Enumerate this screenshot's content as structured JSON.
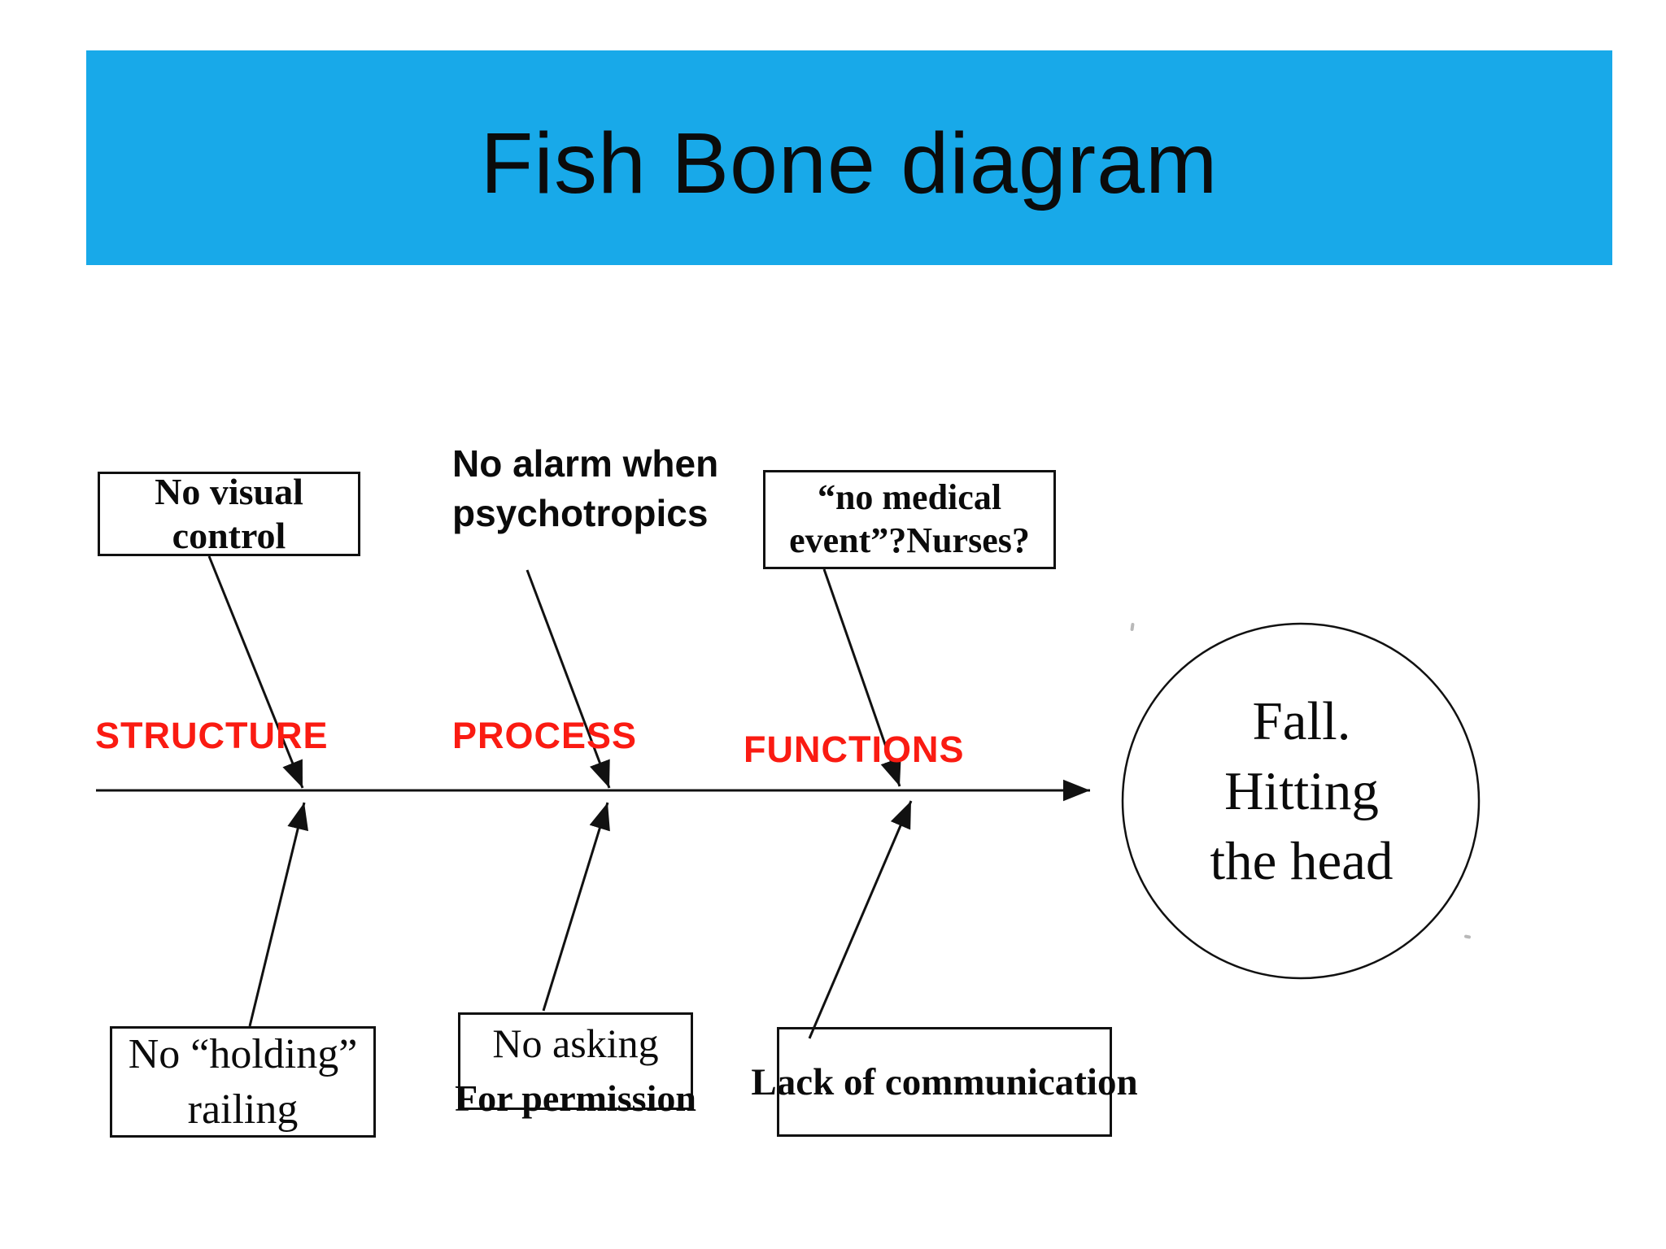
{
  "title": "Fish Bone diagram",
  "colors": {
    "title_bar": "#18a9e9",
    "category_label": "#fa1b12",
    "line": "#111111"
  },
  "diagram": {
    "type": "fishbone",
    "effect": {
      "lines": [
        "Fall.",
        "Hitting",
        "the head"
      ]
    },
    "categories": [
      {
        "label": "STRUCTURE"
      },
      {
        "label": "PROCESS"
      },
      {
        "label": "FUNCTIONS"
      }
    ],
    "causes_top": [
      {
        "category": "STRUCTURE",
        "boxed": true,
        "lines": [
          "No visual",
          "control"
        ]
      },
      {
        "category": "PROCESS",
        "boxed": false,
        "lines": [
          "No alarm when",
          "psychotropics"
        ]
      },
      {
        "category": "FUNCTIONS",
        "boxed": true,
        "lines": [
          "“no medical",
          "event”?Nurses?"
        ]
      }
    ],
    "causes_bottom": [
      {
        "category": "STRUCTURE",
        "boxed": true,
        "lines": [
          "No “holding”",
          "railing"
        ]
      },
      {
        "category": "PROCESS",
        "boxed": true,
        "line1": "No asking",
        "line2": "For permission"
      },
      {
        "category": "FUNCTIONS",
        "boxed": true,
        "label": "Lack of communication"
      }
    ]
  }
}
